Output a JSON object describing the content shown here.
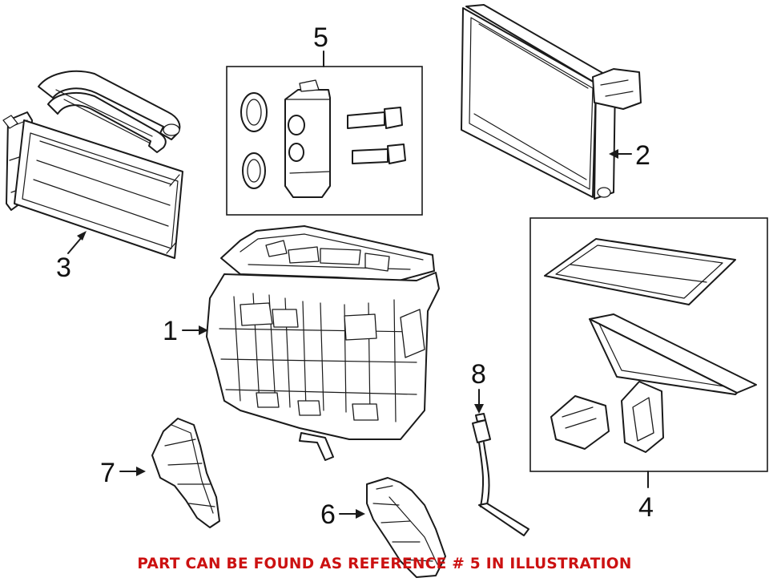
{
  "callouts": [
    "1",
    "2",
    "3",
    "4",
    "5",
    "6",
    "7",
    "8"
  ],
  "footer": {
    "text": "PART CAN BE FOUND AS REFERENCE # 5 IN ILLUSTRATION",
    "color": "#cc1111"
  }
}
